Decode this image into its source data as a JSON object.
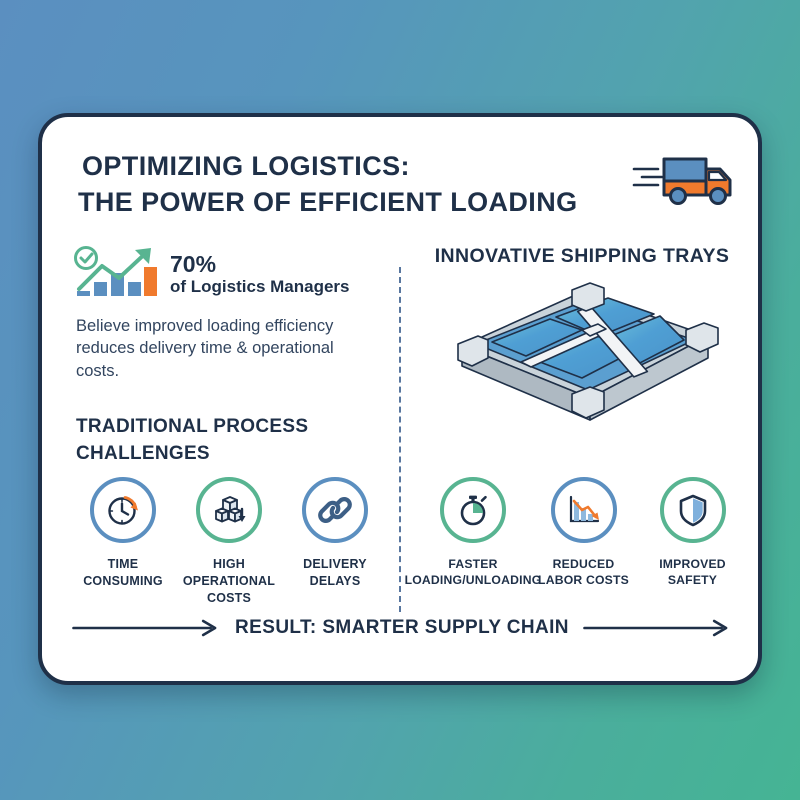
{
  "background": {
    "gradient_from": "#5b8fc0",
    "gradient_to": "#45b494"
  },
  "card": {
    "background": "#ffffff",
    "border_color": "#1f3048"
  },
  "palette": {
    "navy": "#1f3048",
    "blue": "#5b8fc0",
    "green": "#58b491",
    "orange": "#f07a2d",
    "text_body": "#32455f"
  },
  "header": {
    "title_line_1": "OPTIMIZING LOGISTICS:",
    "title_line_2": "THE POWER OF EFFICIENT LOADING",
    "truck_icon": "delivery-truck-icon"
  },
  "left_column": {
    "stat_icon": "growth-bar-chart-check-icon",
    "stat_percent": "70%",
    "stat_subject": "of Logistics Managers",
    "stat_description": "Believe improved loading efficiency reduces delivery time & operational costs.",
    "challenges_heading": "TRADITIONAL PROCESS CHALLENGES",
    "challenges": [
      {
        "icon": "clock-arrow-icon",
        "ring": "blue",
        "label": "TIME\nCONSUMING"
      },
      {
        "icon": "boxes-down-arrow-icon",
        "ring": "green",
        "label": "HIGH OPERATIONAL\nCOSTS"
      },
      {
        "icon": "chain-link-icon",
        "ring": "blue",
        "label": "DELIVERY\nDELAYS"
      }
    ]
  },
  "right_column": {
    "heading": "INNOVATIVE SHIPPING TRAYS",
    "illustration": "isometric-shipping-tray-icon",
    "benefits": [
      {
        "icon": "stopwatch-icon",
        "ring": "green",
        "label": "FASTER\nLOADING/UNLOADING"
      },
      {
        "icon": "declining-bar-chart-icon",
        "ring": "blue",
        "label": "REDUCED\nLABOR COSTS"
      },
      {
        "icon": "shield-icon",
        "ring": "green",
        "label": "IMPROVED\nSAFETY"
      }
    ]
  },
  "footer": {
    "result_text": "RESULT: SMARTER SUPPLY CHAIN",
    "left_arrow_icon": "arrow-right-icon",
    "right_arrow_icon": "arrow-right-icon"
  }
}
